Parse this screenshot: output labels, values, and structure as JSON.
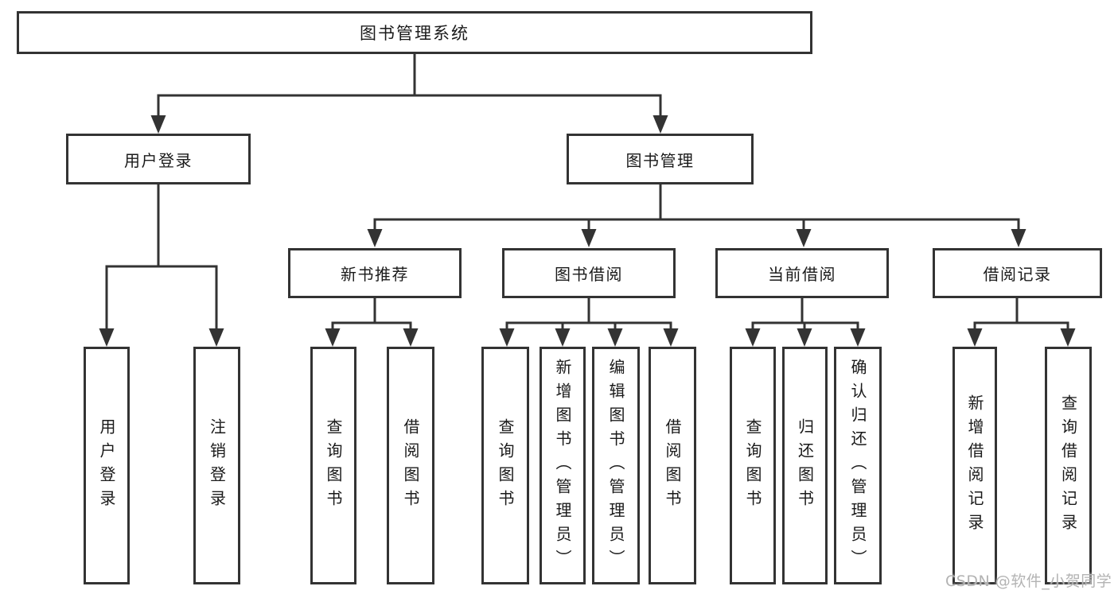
{
  "diagram": {
    "type": "tree",
    "title": "图书管理系统",
    "colors": {
      "line": "#333333",
      "box_border": "#333333",
      "box_fill": "#ffffff",
      "text": "#1a1a1a",
      "watermark": "#b3b3b3",
      "background": "#ffffff"
    },
    "root": {
      "label": "图书管理系统"
    },
    "branches": [
      {
        "label": "用户登录",
        "children": [
          "用户登录",
          "注销登录"
        ]
      },
      {
        "label": "图书管理",
        "sections": [
          {
            "label": "新书推荐",
            "children": [
              "查询图书",
              "借阅图书"
            ]
          },
          {
            "label": "图书借阅",
            "children": [
              "查询图书",
              "新增图书（管理员）",
              "编辑图书（管理员）",
              "借阅图书"
            ]
          },
          {
            "label": "当前借阅",
            "children": [
              "查询图书",
              "归还图书",
              "确认归还（管理员）"
            ]
          },
          {
            "label": "借阅记录",
            "children": [
              "新增借阅记录",
              "查询借阅记录"
            ]
          }
        ]
      }
    ],
    "watermark": "CSDN @软件_小贺同学"
  }
}
